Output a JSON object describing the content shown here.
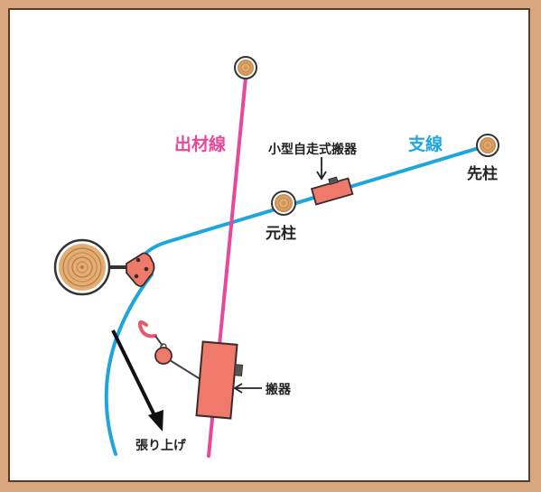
{
  "labels": {
    "output_line": "出材線",
    "branch_line": "支線",
    "small_carrier": "小型自走式搬器",
    "tip_pole": "先柱",
    "base_pole": "元柱",
    "carrier": "搬器",
    "tension": "張り上げ"
  },
  "colors": {
    "background": "#d9a77f",
    "frame_border": "#5a3c2a",
    "output_line": "#e8489a",
    "branch_line": "#1ea6dc",
    "carrier_fill": "#ef7a6b",
    "carrier_stroke": "#3b2b2b",
    "wood_light": "#e2ae73",
    "wood_dark": "#b87a3f"
  },
  "icons": {
    "pole": "log-cross-section-icon",
    "anchor_tree": "large-log-icon",
    "pulley": "pulley-block-icon",
    "hook": "hook-icon"
  }
}
